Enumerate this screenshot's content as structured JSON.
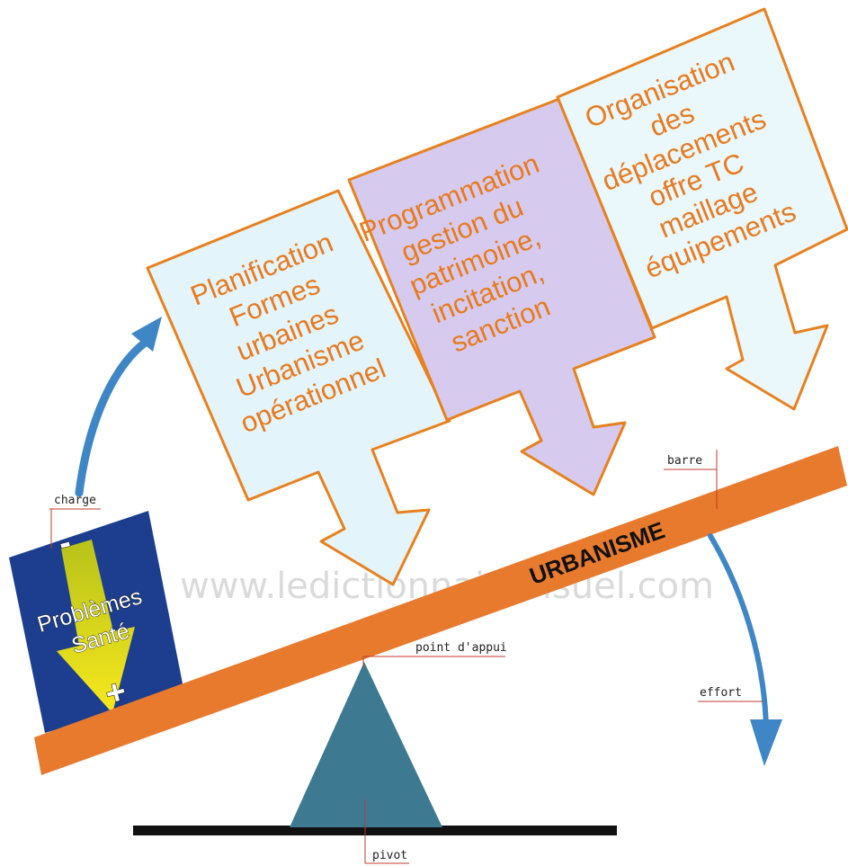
{
  "watermark": "www.ledictionnairevisuel.com",
  "beam": {
    "label": "URBANISME",
    "color": "#e87a2e"
  },
  "load": {
    "lines": [
      "Problèmes",
      "Santé"
    ],
    "minus": "-",
    "plus": "+",
    "color": "#1d3e8f",
    "arrow_color": "#f5e21a"
  },
  "labels": {
    "charge": "charge",
    "barre": "barre",
    "point_appui": "point d'appui",
    "effort": "effort",
    "pivot": "pivot"
  },
  "boxes": [
    {
      "lines": [
        "Planification",
        "Formes",
        "urbaines",
        "Urbanisme",
        "opérationnel"
      ],
      "fill": "#e4f4fb"
    },
    {
      "lines": [
        "Programmation",
        "gestion du",
        "patrimoine,",
        "incitation,",
        "sanction"
      ],
      "fill": "#d6cbee"
    },
    {
      "lines": [
        "Organisation",
        "des",
        "déplacements",
        "offre TC",
        "maillage",
        "équipements"
      ],
      "fill": "#eaf7fb"
    }
  ],
  "colors": {
    "box_border": "#e8801e",
    "box_text": "#e87a1e",
    "fulcrum": "#3d7a92",
    "ground": "#111111",
    "arrow": "#3f86c6"
  }
}
